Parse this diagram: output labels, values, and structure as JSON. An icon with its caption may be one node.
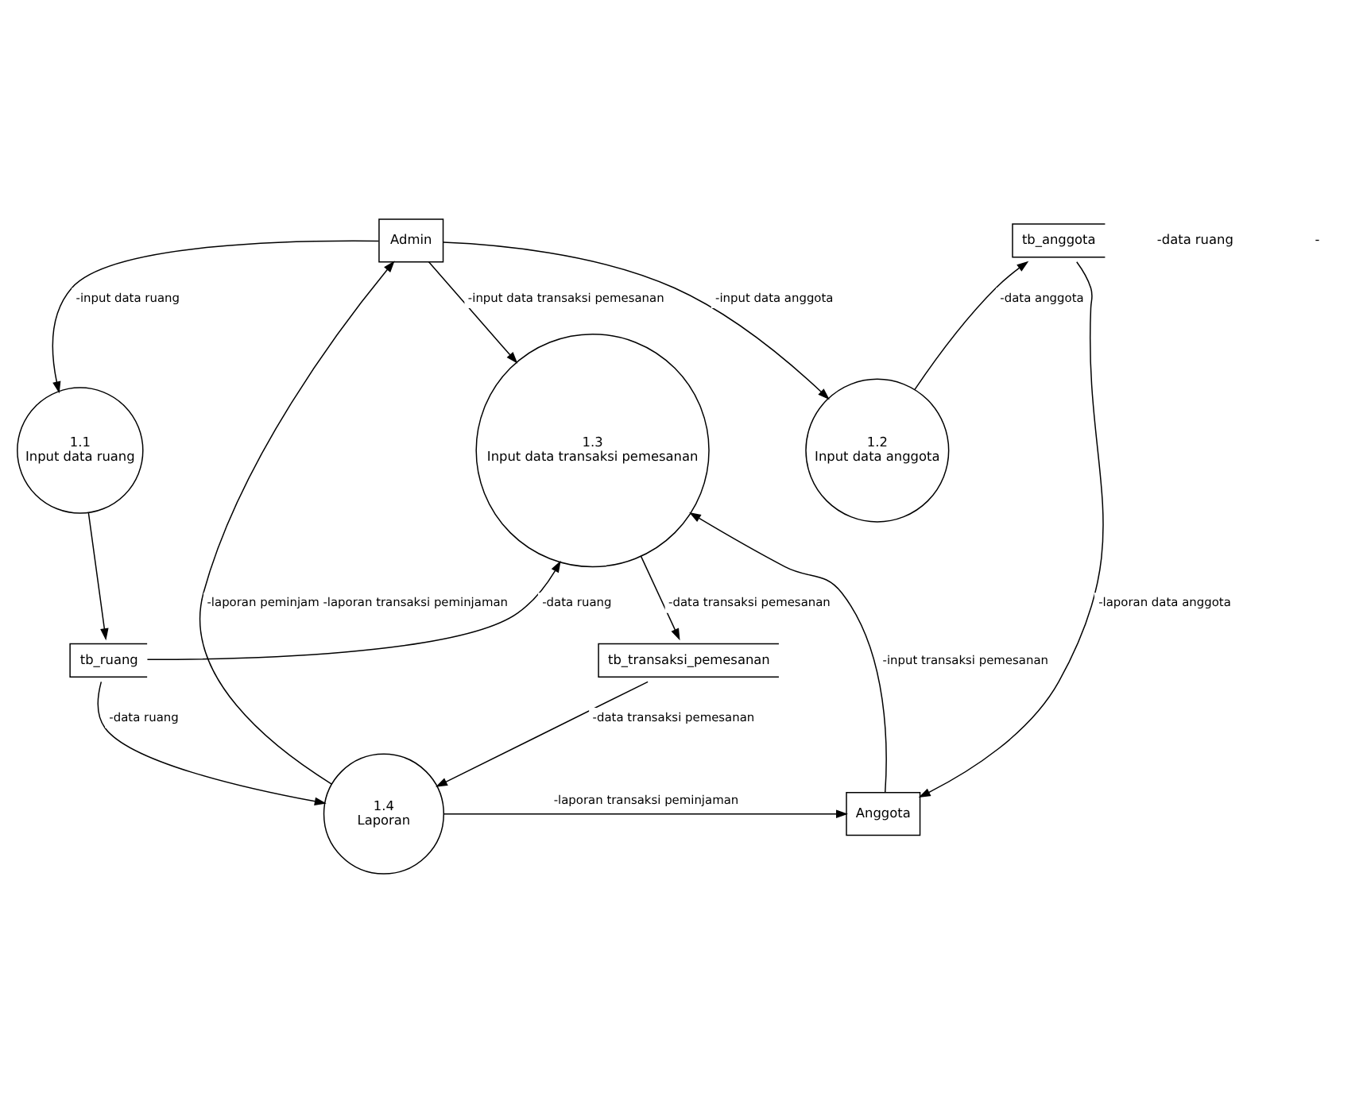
{
  "diagram": {
    "nodes": [
      {
        "text": [
          "Admin"
        ]
      },
      {
        "text": [
          "1.2",
          "Input data anggota"
        ]
      },
      {
        "text": [
          "tb_anggota"
        ]
      },
      {
        "text": [
          "1.1",
          "Input data ruang"
        ]
      },
      {
        "text": [
          "1.3",
          "Input data transaksi pemesanan"
        ]
      },
      {
        "text": [
          "Anggota"
        ]
      },
      {
        "text": [
          "tb_ruang"
        ]
      },
      {
        "text": [
          "tb_transaksi_pemesanan"
        ]
      },
      {
        "text": [
          "1.4",
          "Laporan"
        ]
      }
    ],
    "edges": [
      {
        "from": 0,
        "to": 1,
        "arrow": "to",
        "label": "-input data anggota"
      },
      {
        "from": 0,
        "to": 4,
        "arrow": "to",
        "label": "-input data transaksi pemesanan"
      },
      {
        "from": 0,
        "to": 3,
        "arrow": "to",
        "label": "-input data ruang"
      },
      {
        "from": 1,
        "to": 2,
        "arrow": "to",
        "label": "-data anggota"
      },
      {
        "from": 2,
        "to": 5,
        "arrow": "to",
        "label": "-laporan data anggota"
      },
      {
        "from": 6,
        "to": 4,
        "arrow": "to",
        "label": "-data ruang"
      },
      {
        "from": 5,
        "to": 4,
        "arrow": "to",
        "label": "-input transaksi pemesanan"
      },
      {
        "from": 3,
        "to": 6,
        "arrow": "to"
      },
      {
        "from": 4,
        "to": 7,
        "arrow": "to",
        "label": "-data transaksi pemesanan"
      },
      {
        "from": 6,
        "to": 8,
        "arrow": "to",
        "label": "-data ruang"
      },
      {
        "from": 7,
        "to": 8,
        "arrow": "to",
        "label": "-data transaksi pemesanan"
      },
      {
        "from": 8,
        "to": 0,
        "arrow": "to",
        "label": "-laporan peminjam -laporan transaksi peminjaman"
      },
      {
        "from": 8,
        "to": 5,
        "arrow": "to",
        "label": "-laporan transaksi peminjaman"
      }
    ],
    "labels": [
      "-data ruang",
      "-"
    ]
  }
}
